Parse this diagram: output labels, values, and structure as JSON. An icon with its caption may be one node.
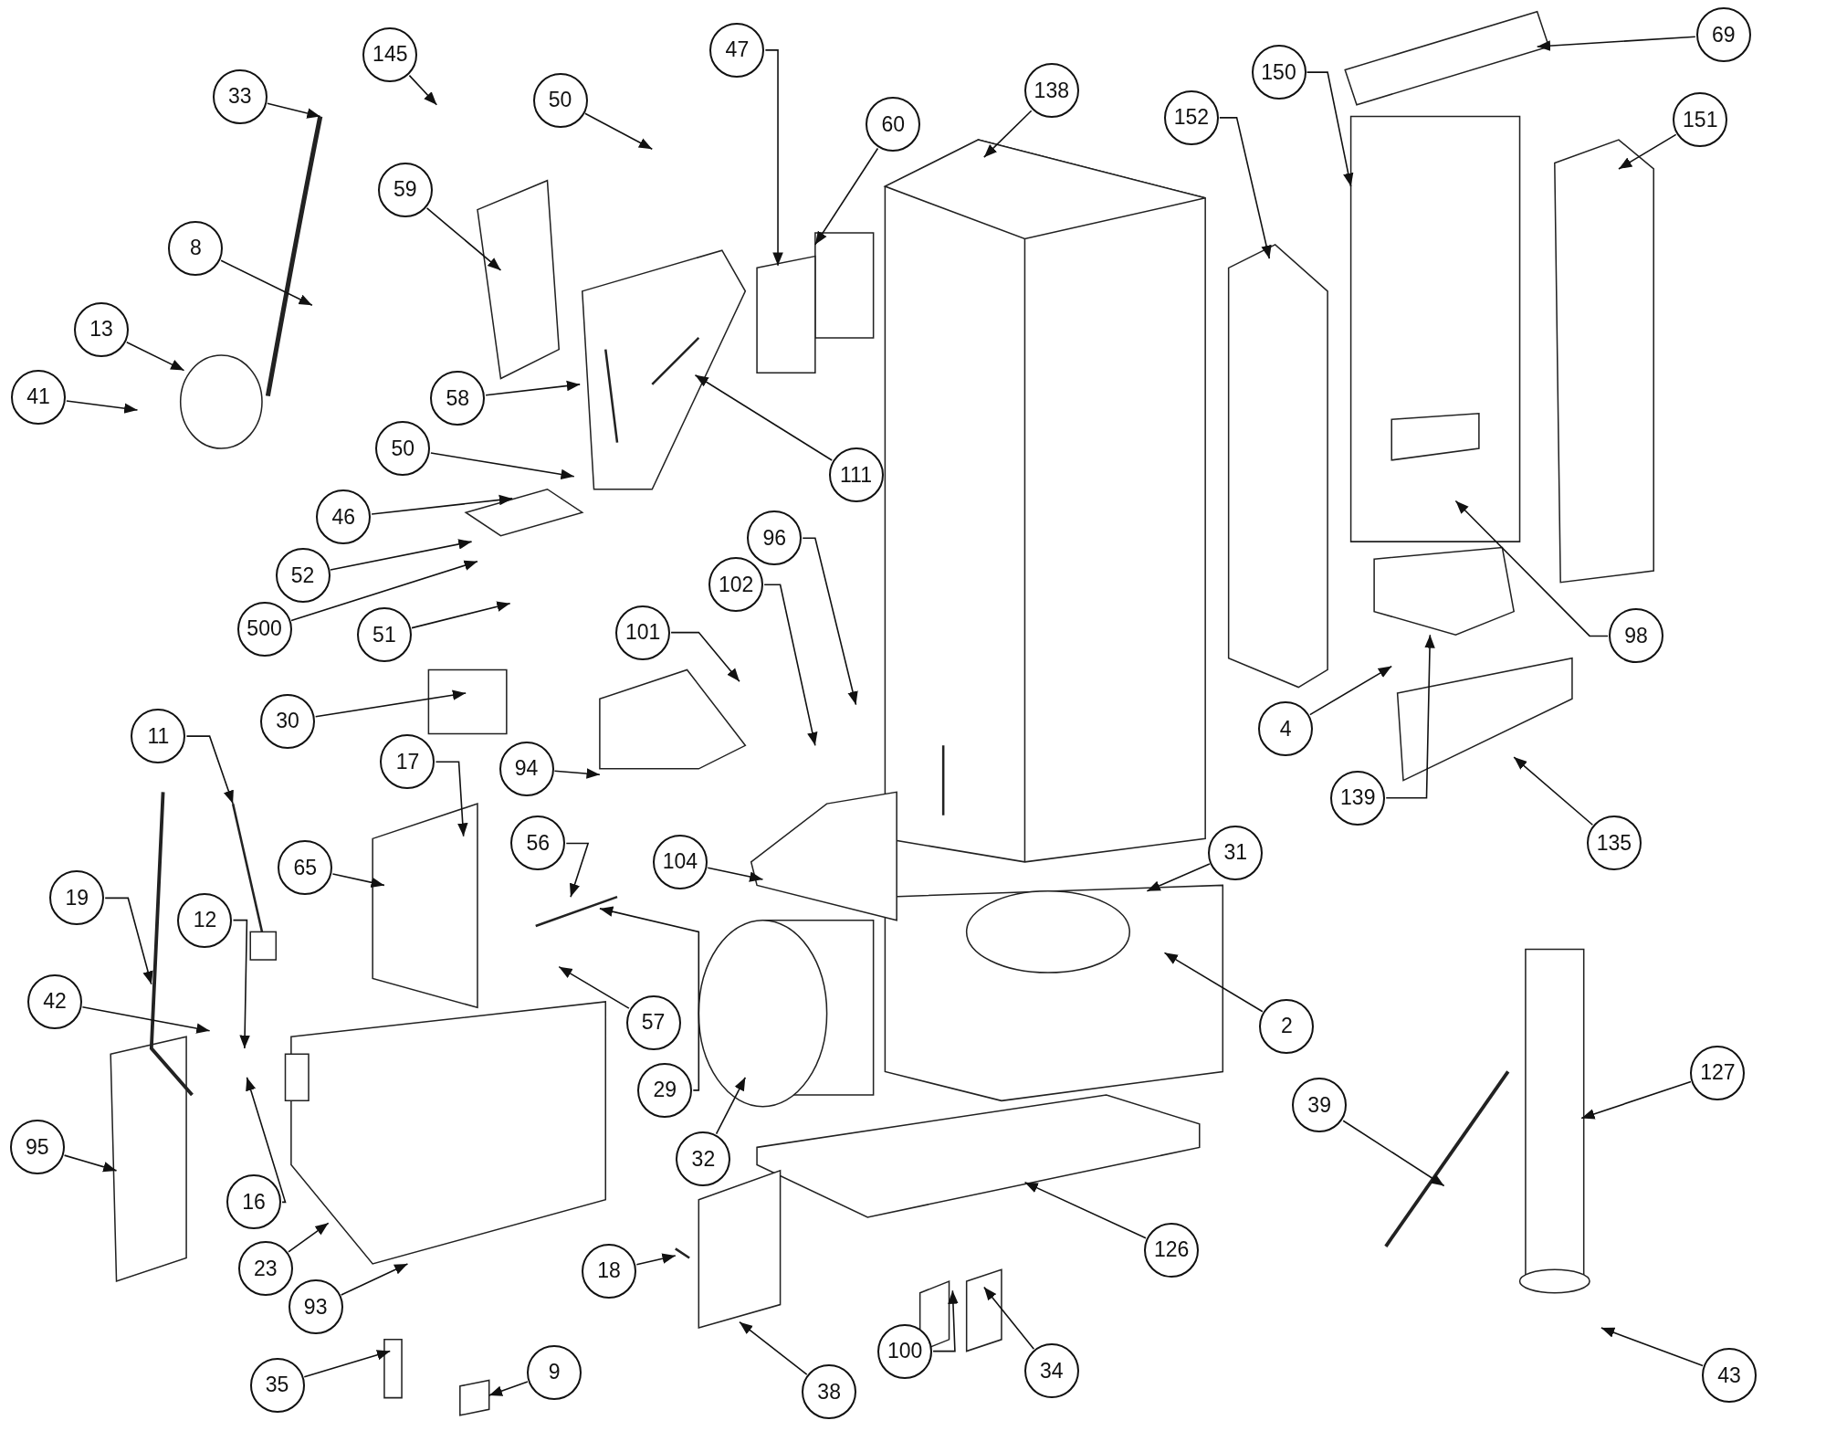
{
  "diagram": {
    "nodes": [
      {
        "text": [
          "145"
        ]
      },
      {
        "text": [
          "33"
        ]
      },
      {
        "text": [
          "50"
        ]
      },
      {
        "text": [
          "47"
        ]
      },
      {
        "text": [
          "60"
        ]
      },
      {
        "text": [
          "138"
        ]
      },
      {
        "text": [
          "152"
        ]
      },
      {
        "text": [
          "150"
        ]
      },
      {
        "text": [
          "69"
        ]
      },
      {
        "text": [
          "151"
        ]
      },
      {
        "text": [
          "59"
        ]
      },
      {
        "text": [
          "8"
        ]
      },
      {
        "text": [
          "13"
        ]
      },
      {
        "text": [
          "41"
        ]
      },
      {
        "text": [
          "58"
        ]
      },
      {
        "text": [
          "111"
        ]
      },
      {
        "text": [
          "50"
        ]
      },
      {
        "text": [
          "46"
        ]
      },
      {
        "text": [
          "52"
        ]
      },
      {
        "text": [
          "500"
        ]
      },
      {
        "text": [
          "51"
        ]
      },
      {
        "text": [
          "30"
        ]
      },
      {
        "text": [
          "96"
        ]
      },
      {
        "text": [
          "102"
        ]
      },
      {
        "text": [
          "101"
        ]
      },
      {
        "text": [
          "94"
        ]
      },
      {
        "text": [
          "11"
        ]
      },
      {
        "text": [
          "17"
        ]
      },
      {
        "text": [
          "65"
        ]
      },
      {
        "text": [
          "56"
        ]
      },
      {
        "text": [
          "104"
        ]
      },
      {
        "text": [
          "19"
        ]
      },
      {
        "text": [
          "12"
        ]
      },
      {
        "text": [
          "42"
        ]
      },
      {
        "text": [
          "57"
        ]
      },
      {
        "text": [
          "29"
        ]
      },
      {
        "text": [
          "32"
        ]
      },
      {
        "text": [
          "2"
        ]
      },
      {
        "text": [
          "31"
        ]
      },
      {
        "text": [
          "16"
        ]
      },
      {
        "text": [
          "95"
        ]
      },
      {
        "text": [
          "23"
        ]
      },
      {
        "text": [
          "93"
        ]
      },
      {
        "text": [
          "18"
        ]
      },
      {
        "text": [
          "38"
        ]
      },
      {
        "text": [
          "126"
        ]
      },
      {
        "text": [
          "100"
        ]
      },
      {
        "text": [
          "34"
        ]
      },
      {
        "text": [
          "35"
        ]
      },
      {
        "text": [
          "9"
        ]
      },
      {
        "text": [
          "39"
        ]
      },
      {
        "text": [
          "127"
        ]
      },
      {
        "text": [
          "43"
        ]
      },
      {
        "text": [
          "4"
        ]
      },
      {
        "text": [
          "139"
        ]
      },
      {
        "text": [
          "98"
        ]
      },
      {
        "text": [
          "135"
        ]
      }
    ],
    "edges": [
      {
        "from": 0,
        "to": null,
        "arrow": "to"
      },
      {
        "from": 1,
        "to": null,
        "arrow": "to"
      },
      {
        "from": 2,
        "to": null,
        "arrow": "to"
      },
      {
        "from": 3,
        "to": null,
        "arrow": "to"
      },
      {
        "from": 4,
        "to": null,
        "arrow": "to"
      },
      {
        "from": 5,
        "to": null,
        "arrow": "to"
      },
      {
        "from": 6,
        "to": null,
        "arrow": "to"
      },
      {
        "from": 7,
        "to": null,
        "arrow": "to"
      },
      {
        "from": 8,
        "to": null,
        "arrow": "to"
      },
      {
        "from": 9,
        "to": null,
        "arrow": "to"
      },
      {
        "from": 10,
        "to": null,
        "arrow": "to"
      },
      {
        "from": 11,
        "to": null,
        "arrow": "to"
      },
      {
        "from": 12,
        "to": null,
        "arrow": "to"
      },
      {
        "from": 13,
        "to": null,
        "arrow": "to"
      },
      {
        "from": 14,
        "to": null,
        "arrow": "to"
      },
      {
        "from": 15,
        "to": null,
        "arrow": "to"
      },
      {
        "from": 16,
        "to": null,
        "arrow": "to"
      },
      {
        "from": 17,
        "to": null,
        "arrow": "to"
      },
      {
        "from": 18,
        "to": null,
        "arrow": "to"
      },
      {
        "from": 19,
        "to": null,
        "arrow": "to"
      },
      {
        "from": 20,
        "to": null,
        "arrow": "to"
      },
      {
        "from": 21,
        "to": null,
        "arrow": "to"
      },
      {
        "from": 22,
        "to": null,
        "arrow": "to"
      },
      {
        "from": 23,
        "to": null,
        "arrow": "to"
      },
      {
        "from": 24,
        "to": null,
        "arrow": "to"
      },
      {
        "from": 25,
        "to": null,
        "arrow": "to"
      },
      {
        "from": 26,
        "to": null,
        "arrow": "to"
      },
      {
        "from": 27,
        "to": null,
        "arrow": "to"
      },
      {
        "from": 28,
        "to": null,
        "arrow": "to"
      },
      {
        "from": 29,
        "to": null,
        "arrow": "to"
      },
      {
        "from": 30,
        "to": null,
        "arrow": "to"
      },
      {
        "from": 31,
        "to": null,
        "arrow": "to"
      },
      {
        "from": 32,
        "to": null,
        "arrow": "to"
      },
      {
        "from": 33,
        "to": null,
        "arrow": "to"
      },
      {
        "from": 34,
        "to": null,
        "arrow": "to"
      },
      {
        "from": 35,
        "to": null,
        "arrow": "to"
      },
      {
        "from": 36,
        "to": null,
        "arrow": "to"
      },
      {
        "from": 37,
        "to": null,
        "arrow": "to"
      },
      {
        "from": 38,
        "to": null,
        "arrow": "to"
      },
      {
        "from": 39,
        "to": null,
        "arrow": "to"
      },
      {
        "from": 40,
        "to": null,
        "arrow": "to"
      },
      {
        "from": 41,
        "to": null,
        "arrow": "to"
      },
      {
        "from": 42,
        "to": null,
        "arrow": "to"
      },
      {
        "from": 43,
        "to": null,
        "arrow": "to"
      },
      {
        "from": 44,
        "to": null,
        "arrow": "to"
      },
      {
        "from": 45,
        "to": null,
        "arrow": "to"
      },
      {
        "from": 46,
        "to": null,
        "arrow": "to"
      },
      {
        "from": 47,
        "to": null,
        "arrow": "to"
      },
      {
        "from": 48,
        "to": null,
        "arrow": "to"
      },
      {
        "from": 49,
        "to": null,
        "arrow": "to"
      },
      {
        "from": 50,
        "to": null,
        "arrow": "to"
      },
      {
        "from": 51,
        "to": null,
        "arrow": "to"
      },
      {
        "from": 52,
        "to": null,
        "arrow": "to"
      },
      {
        "from": 53,
        "to": null,
        "arrow": "to"
      },
      {
        "from": 54,
        "to": null,
        "arrow": "to"
      },
      {
        "from": 55,
        "to": null,
        "arrow": "to"
      },
      {
        "from": 56,
        "to": null,
        "arrow": "to"
      }
    ]
  }
}
